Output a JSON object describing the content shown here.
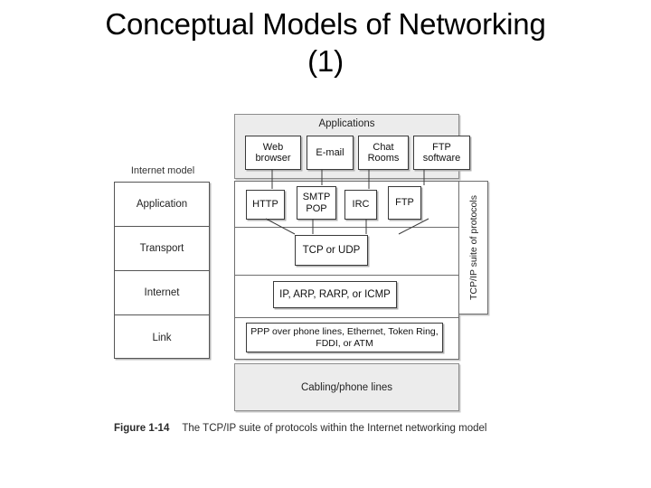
{
  "slide": {
    "title_line1": "Conceptual Models of Networking",
    "title_line2": "(1)"
  },
  "figure": {
    "internet_model": {
      "label": "Internet model",
      "layers": [
        {
          "name": "Application"
        },
        {
          "name": "Transport"
        },
        {
          "name": "Internet"
        },
        {
          "name": "Link"
        }
      ]
    },
    "applications_panel": {
      "title": "Applications",
      "items": [
        {
          "label": "Web browser"
        },
        {
          "label": "E-mail"
        },
        {
          "label": "Chat Rooms"
        },
        {
          "label": "FTP software"
        }
      ]
    },
    "protocol_panel": {
      "application_protocols": [
        {
          "label": "HTTP"
        },
        {
          "label": "SMTP POP"
        },
        {
          "label": "IRC"
        },
        {
          "label": "FTP"
        }
      ],
      "transport": "TCP or UDP",
      "internet": "IP, ARP, RARP, or ICMP",
      "link": "PPP over phone lines, Ethernet, Token Ring, FDDI, or ATM"
    },
    "sidebar": {
      "label": "TCP/IP suite of protocols"
    },
    "physical": {
      "label": "Cabling/phone lines"
    },
    "caption": {
      "figure_number": "Figure 1-14",
      "text": "The TCP/IP suite of protocols within the Internet networking model"
    }
  },
  "colors": {
    "page_background": "#ffffff",
    "panel_gray": "#ececec",
    "panel_border": "#6e6e6e",
    "box_border": "#3a3a3a",
    "text": "#000000"
  }
}
